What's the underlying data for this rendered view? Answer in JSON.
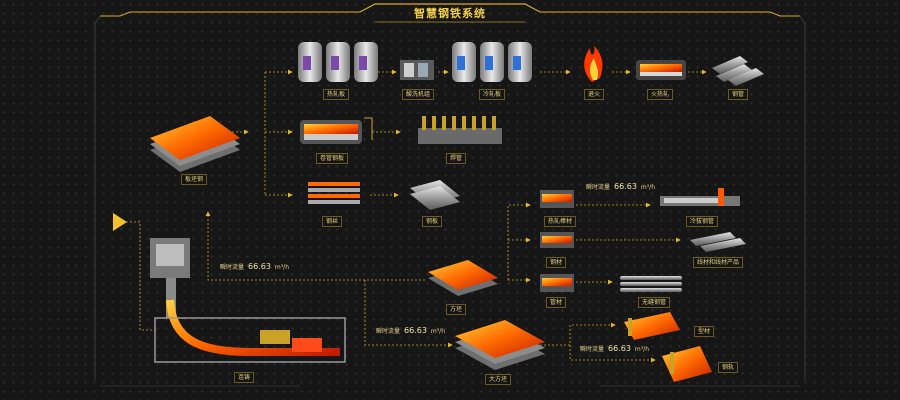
{
  "header": {
    "title": "智慧钢铁系统"
  },
  "colors": {
    "accent": "#f2c12e",
    "line": "#c9a227",
    "hot": "#ff5a00",
    "bg": "#161616"
  },
  "nodes": {
    "hot_rolled_plate": "热轧板",
    "pickling_unit": "酸洗机组",
    "cold_rolled_plate": "冷轧板",
    "annealing": "退火",
    "fire_rolling": "火热轧",
    "product_steel": "钢管",
    "welded_plate": "卷管钢板",
    "welded_pipe": "焊管",
    "wide_plate": "板坯钢",
    "wire": "钢丝",
    "strip": "钢板",
    "hot_rolled_bar": "热轧棒材",
    "cold_drawn": "冷拔钢管",
    "bar": "钢材",
    "bar_products": "线材和线材产品",
    "pipe": "管材",
    "seamless_pipe": "无缝钢管",
    "billet": "方坯",
    "large_billet": "大方坯",
    "shape": "型材",
    "rail": "钢轨",
    "caster": "连铸"
  },
  "flows": [
    {
      "label": "瞬时流量",
      "value": "66.63",
      "unit": "m³/h"
    },
    {
      "label": "瞬时流量",
      "value": "66.63",
      "unit": "m³/h"
    },
    {
      "label": "瞬时流量",
      "value": "66.63",
      "unit": "m³/h"
    },
    {
      "label": "瞬时流量",
      "value": "66.63",
      "unit": "m³/h"
    }
  ]
}
